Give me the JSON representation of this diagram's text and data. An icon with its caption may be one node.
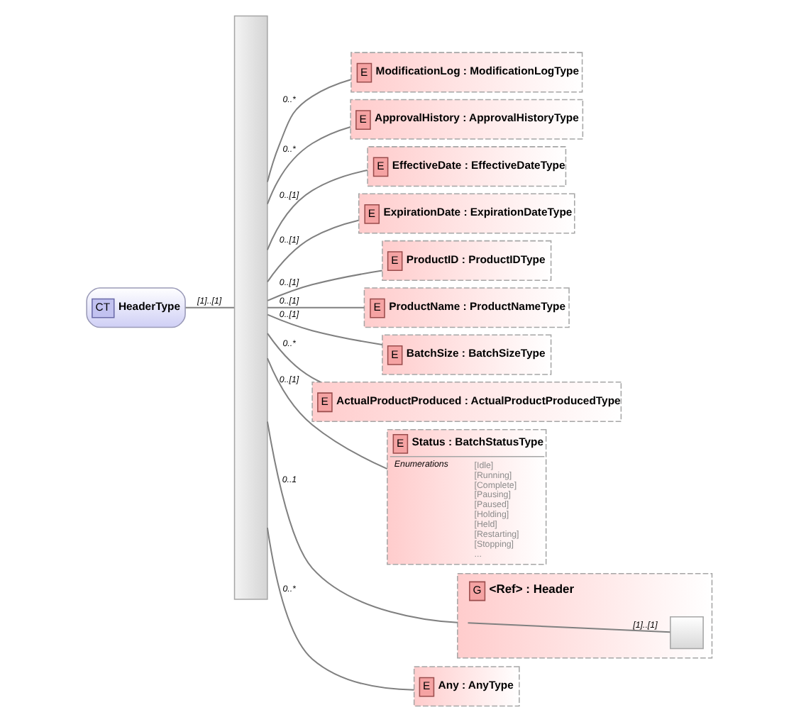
{
  "diagram": {
    "nodes": [
      {
        "text": [
          "CT",
          "HeaderType"
        ]
      },
      {
        "text": [],
        "shape": "bar"
      },
      {
        "text": [
          "E",
          "ModificationLog : ModificationLogType"
        ]
      },
      {
        "text": [
          "E",
          "ApprovalHistory : ApprovalHistoryType"
        ]
      },
      {
        "text": [
          "E",
          "EffectiveDate : EffectiveDateType"
        ]
      },
      {
        "text": [
          "E",
          "ExpirationDate : ExpirationDateType"
        ]
      },
      {
        "text": [
          "E",
          "ProductID : ProductIDType"
        ]
      },
      {
        "text": [
          "E",
          "ProductName : ProductNameType"
        ]
      },
      {
        "text": [
          "E",
          "BatchSize : BatchSizeType"
        ]
      },
      {
        "text": [
          "E",
          "ActualProductProduced : ActualProductProducedType"
        ]
      },
      {
        "text": [
          "E",
          "Status : BatchStatusType",
          "Enumerations",
          "[Idle]",
          "[Running]",
          "[Complete]",
          "[Pausing]",
          "[Paused]",
          "[Holding]",
          "[Held]",
          "[Restarting]",
          "[Stopping]",
          "..."
        ]
      },
      {
        "text": [
          "G",
          "<Ref> : Header"
        ]
      },
      {
        "text": [],
        "shape": "box",
        "in": 11
      },
      {
        "text": [
          "E",
          "Any : AnyType"
        ]
      }
    ],
    "edges": [
      {
        "from": 0,
        "to": 1,
        "arrow": "none",
        "label": "[1]..[1]"
      },
      {
        "from": 1,
        "to": 2,
        "arrow": "none",
        "label": "0..*"
      },
      {
        "from": 1,
        "to": 3,
        "arrow": "none",
        "label": "0..*"
      },
      {
        "from": 1,
        "to": 4,
        "arrow": "none",
        "label": "0..[1]"
      },
      {
        "from": 1,
        "to": 5,
        "arrow": "none",
        "label": "0..[1]"
      },
      {
        "from": 1,
        "to": 6,
        "arrow": "none",
        "label": "0..[1]"
      },
      {
        "from": 1,
        "to": 7,
        "arrow": "none",
        "label": "0..[1]"
      },
      {
        "from": 1,
        "to": 8,
        "arrow": "none",
        "label": "0..[1]"
      },
      {
        "from": 1,
        "to": 9,
        "arrow": "none",
        "label": "0..*"
      },
      {
        "from": 1,
        "to": 10,
        "arrow": "none",
        "label": "0..[1]"
      },
      {
        "from": 1,
        "to": 11,
        "arrow": "none",
        "label": "0..1"
      },
      {
        "from": 1,
        "to": 13,
        "arrow": "none",
        "label": "0..*"
      },
      {
        "from": null,
        "to": 12,
        "arrow": "none",
        "label": "[1]..[1]"
      }
    ]
  }
}
